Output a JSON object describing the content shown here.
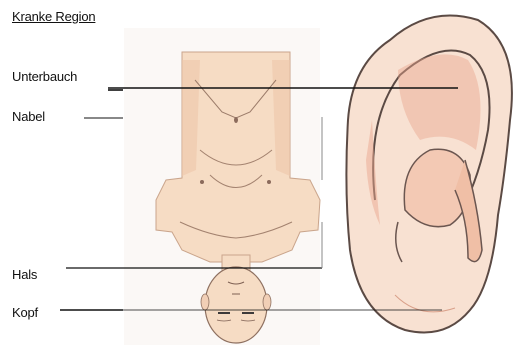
{
  "title": "Kranke Region",
  "labels": {
    "unterbauch": "Unterbauch",
    "nabel": "Nabel",
    "hals": "Hals",
    "kopf": "Kopf"
  },
  "colors": {
    "skin_fill": "#f6dcc4",
    "skin_shade": "#eab99c",
    "ear_fill": "#f8e1d2",
    "ear_shade": "#e9a78f",
    "outline": "#5b4a44",
    "leader": "#111111"
  }
}
